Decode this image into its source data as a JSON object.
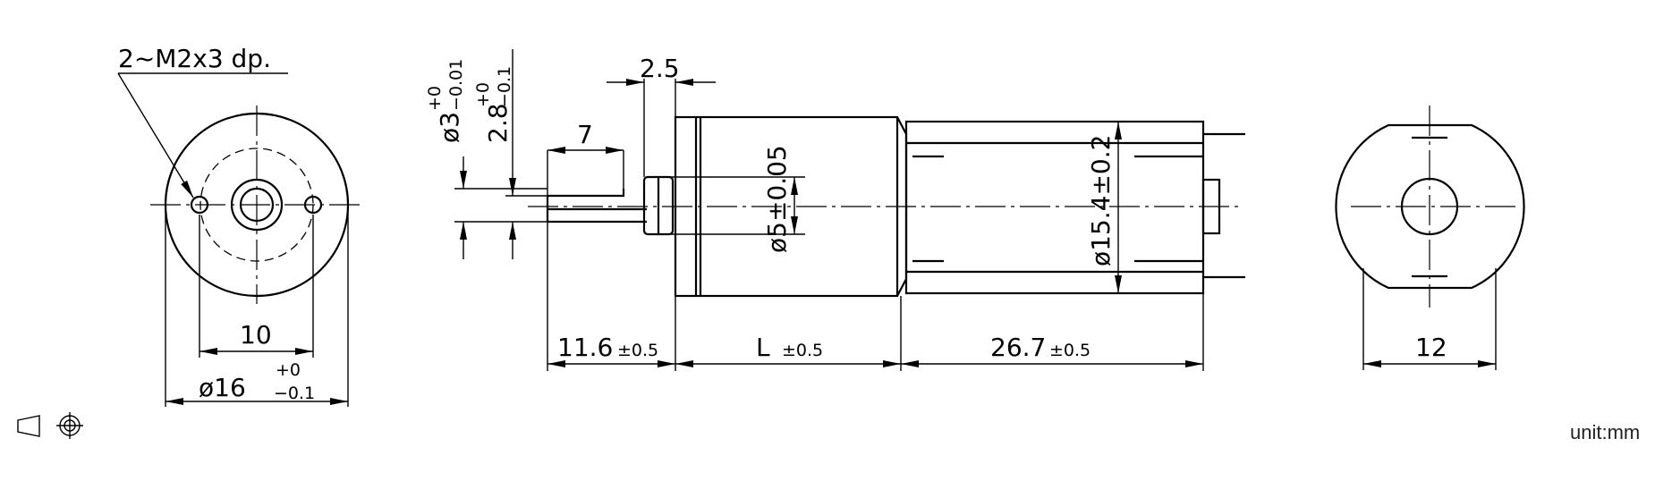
{
  "drawing": {
    "front_view": {
      "hole_note": "2~M2x3  dp.",
      "pitch": "10",
      "diameter_prefix": "ø16",
      "diameter_tol_upper": "+0",
      "diameter_tol_lower": "−0.1"
    },
    "side_view": {
      "shaft_length": "7",
      "flange_offset": "2.5",
      "shaft_dia": "ø3",
      "shaft_dia_tol_upper": "+0",
      "shaft_dia_tol_lower": "−0.01",
      "flat_dim": "2.8",
      "flat_tol_upper": "+0",
      "flat_tol_lower": "−0.1",
      "boss_dia": "ø5±0.05",
      "motor_dia": "ø15.4±0.2",
      "shaft_ext": "11.6",
      "shaft_ext_tol": "±0.5",
      "gear_len": "L",
      "gear_len_tol": "±0.5",
      "motor_len": "26.7",
      "motor_len_tol": "±0.5"
    },
    "rear_view": {
      "width": "12"
    },
    "projection_symbol": "third-angle-projection-icon",
    "unit_label": "unit:mm"
  }
}
